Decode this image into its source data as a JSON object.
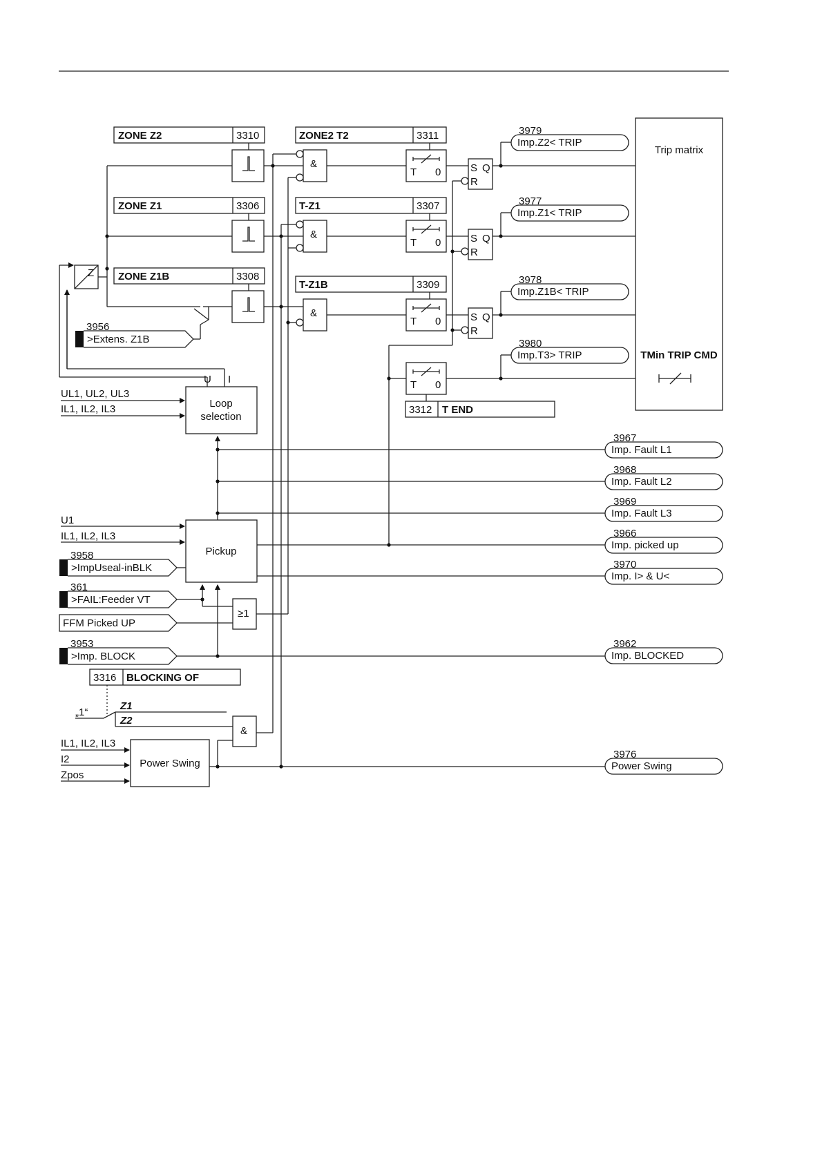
{
  "settings": {
    "zone_z2": {
      "label": "ZONE Z2",
      "addr": "3310"
    },
    "zone2_t2": {
      "label": "ZONE2 T2",
      "addr": "3311"
    },
    "zone_z1": {
      "label": "ZONE Z1",
      "addr": "3306"
    },
    "t_z1": {
      "label": "T-Z1",
      "addr": "3307"
    },
    "zone_z1b": {
      "label": "ZONE Z1B",
      "addr": "3308"
    },
    "t_z1b": {
      "label": "T-Z1B",
      "addr": "3309"
    },
    "t_end": {
      "label": "T END",
      "addr": "3312"
    },
    "blocking_of": {
      "label": "BLOCKING OF",
      "addr": "3316"
    }
  },
  "trip_outputs": [
    {
      "number": "3979",
      "label": "Imp.Z2< TRIP"
    },
    {
      "number": "3977",
      "label": "Imp.Z1< TRIP"
    },
    {
      "number": "3978",
      "label": "Imp.Z1B< TRIP"
    },
    {
      "number": "3980",
      "label": "Imp.T3> TRIP"
    }
  ],
  "right_outputs": [
    {
      "number": "3967",
      "label": "Imp. Fault L1"
    },
    {
      "number": "3968",
      "label": "Imp. Fault L2"
    },
    {
      "number": "3969",
      "label": "Imp. Fault L3"
    },
    {
      "number": "3966",
      "label": "Imp. picked up"
    },
    {
      "number": "3970",
      "label": "Imp. I> & U<"
    },
    {
      "number": "3962",
      "label": "Imp. BLOCKED"
    },
    {
      "number": "3976",
      "label": "Power Swing"
    }
  ],
  "binary_inputs": [
    {
      "number": "3956",
      "label": ">Extens. Z1B"
    },
    {
      "number": "3958",
      "label": ">ImpUseal-inBLK"
    },
    {
      "number": "361",
      "label": ">FAIL:Feeder VT"
    },
    {
      "number": "",
      "label": "FFM Picked UP"
    },
    {
      "number": "3953",
      "label": ">Imp. BLOCK"
    }
  ],
  "signals": {
    "loop_in_u": "UL1, UL2, UL3",
    "loop_in_i": "IL1, IL2, IL3",
    "pickup_in_u": "U1",
    "pickup_in_i": "IL1, IL2, IL3",
    "ps_in_i": "IL1, IL2, IL3",
    "ps_in_i2": "I2",
    "ps_in_z": "Zpos",
    "one_const": "„1“",
    "opt_z1": "Z1",
    "opt_z2": "Z2",
    "port_u": "U",
    "port_i": "I",
    "z_symbol": "Z"
  },
  "blocks": {
    "trip_matrix": "Trip matrix",
    "tmin": "TMin TRIP CMD",
    "loop_sel_1": "Loop",
    "loop_sel_2": "selection",
    "pickup": "Pickup",
    "power_swing": "Power Swing",
    "and": "&",
    "or": "≥1",
    "timer_t": "T",
    "timer_0": "0",
    "ff_s": "S",
    "ff_q": "Q",
    "ff_r": "R"
  }
}
